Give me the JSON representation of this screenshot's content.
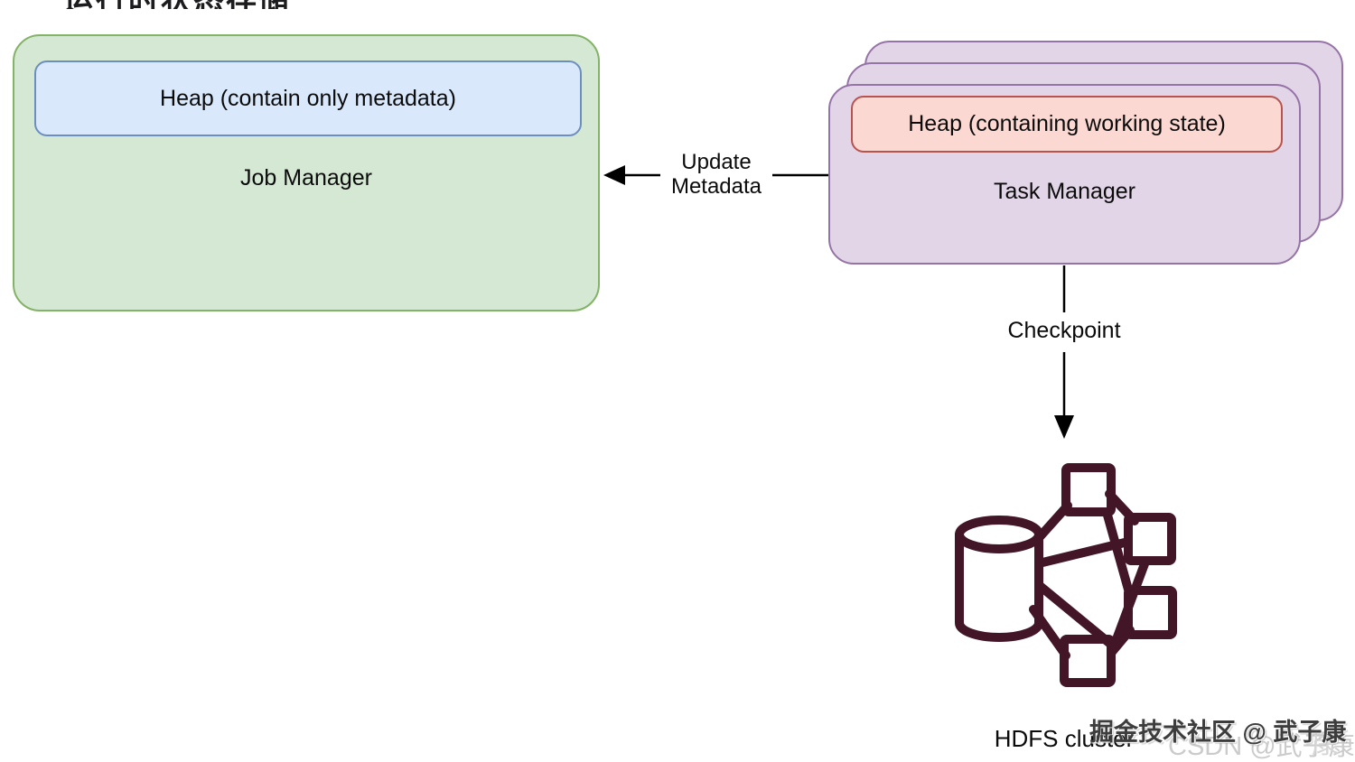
{
  "page": {
    "background": "#ffffff",
    "clipped_title": "运行时状态存储"
  },
  "job_manager": {
    "label": "Job Manager",
    "heap_label": "Heap (contain only metadata)",
    "fill": "#d5e8d4",
    "stroke": "#82b366",
    "heap_fill": "#dae8fc",
    "heap_stroke": "#6c8ebf"
  },
  "task_manager": {
    "label": "Task Manager",
    "heap_label": "Heap (containing working state)",
    "stack_count": 3,
    "fill": "#e1d5e7",
    "stroke": "#9673a6",
    "heap_fill": "#fbd8d1",
    "heap_stroke": "#b85450"
  },
  "arrows": {
    "update_metadata": {
      "label_line1": "Update",
      "label_line2": "Metadata",
      "direction": "task-manager-to-job-manager",
      "color": "#000000"
    },
    "checkpoint": {
      "label": "Checkpoint",
      "direction": "task-manager-to-hdfs",
      "color": "#000000"
    }
  },
  "hdfs": {
    "label": "HDFS cluster",
    "icon": "database-cluster-icon",
    "icon_color": "#421527",
    "node_count": 4
  },
  "watermarks": {
    "primary": "掘金技术社区 @ 武子康",
    "secondary": "CSDN @武子康",
    "tertiary": "康"
  }
}
